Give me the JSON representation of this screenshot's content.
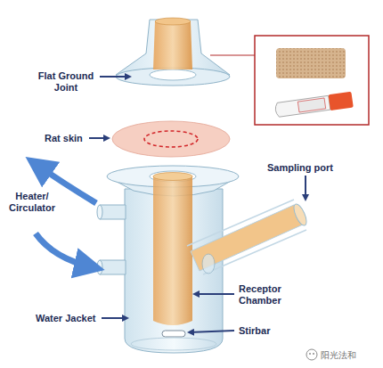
{
  "diagram": {
    "labels": [
      "Flat Ground Joint",
      "Rat skin",
      "Heater/ Circulator",
      "Sampling port",
      "Receptor Chamber",
      "Water Jacket",
      "Stirbar",
      "阳光法和"
    ]
  }
}
